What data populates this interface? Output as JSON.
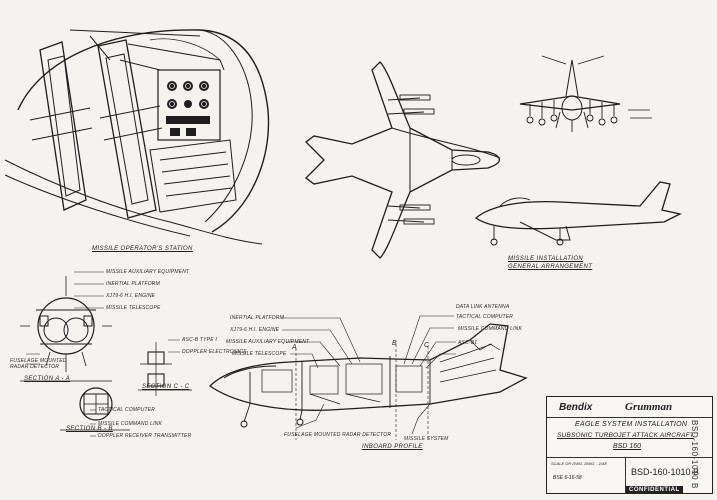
{
  "captions": {
    "operator_station": "MISSILE OPERATOR'S STATION",
    "installation": "MISSILE INSTALLATION",
    "arrangement": "GENERAL ARRANGEMENT",
    "section_aa": "SECTION A - A",
    "section_bb": "SECTION B - B",
    "section_cc": "SECTION C - C",
    "inboard_profile": "INBOARD PROFILE"
  },
  "section_labels": {
    "missile_auxiliary_equipment": "MISSILE AUXILIARY EQUIPMENT",
    "inertial_platform": "INERTIAL PLATFORM",
    "engine": "XJ79-6 H.I. ENGINE",
    "missile_telescope": "MISSILE TELESCOPE",
    "fuselage_mounted": "FUSELAGE MOUNTED RADAR DETECTOR",
    "asc_b_type": "ASC-B TYPE I",
    "doppler_electronics": "DOPPLER ELECTRONICS",
    "tactical_computer": "TACTICAL COMPUTER",
    "missile_command_link": "MISSILE COMMAND LINK",
    "doppler_receiver": "DOPPLER RECEIVER TRANSMITTER"
  },
  "profile_labels": {
    "data_link": "DATA LINK ANTENNA",
    "inertial_platform": "INERTIAL PLATFORM",
    "engine": "XJ79-6 H.I. ENGINE",
    "missile_aux": "MISSILE AUXILIARY EQUIPMENT",
    "missile_telescope": "MISSILE TELESCOPE",
    "tactical_computer": "TACTICAL COMPUTER",
    "missile_command_link": "MISSILE COMMAND LINK",
    "asc_b": "ASC-B1",
    "fuselage_mounted": "FUSELAGE MOUNTED RADAR DETECTOR",
    "missile_system": "MISSILE SYSTEM",
    "marker_a": "A",
    "marker_b": "B",
    "marker_c": "C"
  },
  "title_block": {
    "company_left": "Bendix",
    "company_right": "Grumman",
    "line1": "EAGLE SYSTEM INSTALLATION",
    "line2": "SUBSONIC TURBOJET ATTACK AIRCRAFT",
    "line3": "BSD 160",
    "scale": "SCALE OR DWG. DWG. - 1/48",
    "date": "BSE 6-16-58",
    "number": "BSD-160-1010 B"
  },
  "side_number": "BSD-160-1010 B",
  "classification": "CONFIDENTIAL"
}
